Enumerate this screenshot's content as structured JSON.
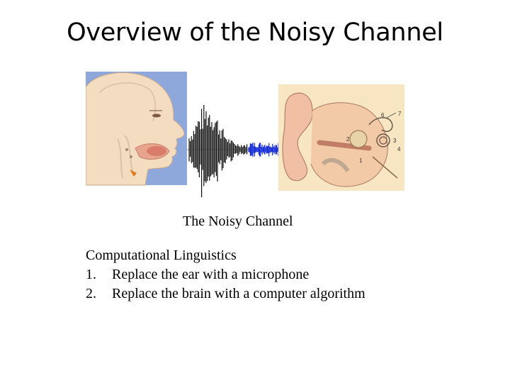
{
  "slide": {
    "title": "Overview of the Noisy Channel",
    "caption": "The Noisy Channel",
    "notes_heading": "Computational Linguistics",
    "notes": [
      {
        "number": "1.",
        "text": "Replace the ear with a microphone"
      },
      {
        "number": "2.",
        "text": "Replace the brain with a computer algorithm"
      }
    ]
  },
  "figure": {
    "parts": [
      "head-profile",
      "sound-waveform",
      "inner-ear-anatomy"
    ],
    "ear_labels": [
      "6",
      "7",
      "3",
      "4",
      "1",
      "2"
    ],
    "colors": {
      "head_background": "#8fa8dc",
      "skin": "#f3dcc0",
      "waveform_black": "#111111",
      "waveform_blue": "#1a2fd8",
      "ear_background": "#f7e6c1"
    }
  }
}
